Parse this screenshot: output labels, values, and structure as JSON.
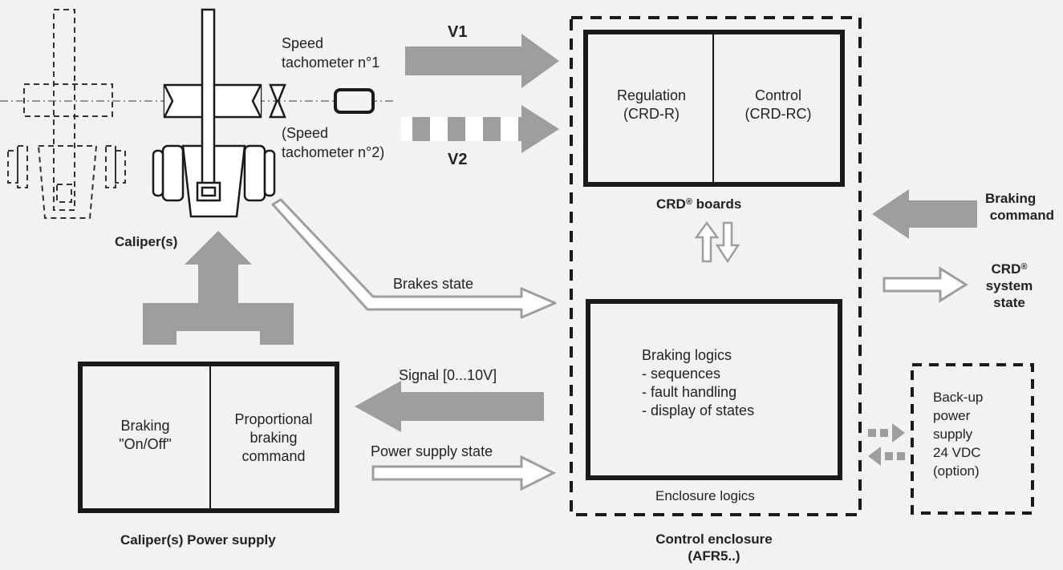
{
  "colors": {
    "background": "#f2f2f2",
    "arrow_gray": "#9e9e9e",
    "line_black": "#1a1a1a",
    "box_fill": "#f2f2f2"
  },
  "caliper": {
    "label": "Caliper(s)"
  },
  "speed": {
    "tacho1_line1": "Speed",
    "tacho1_line2": "tachometer n°1",
    "tacho2_line1": "(Speed",
    "tacho2_line2": "tachometer n°2)",
    "v1": "V1",
    "v2": "V2"
  },
  "crd_boards": {
    "regulation": "Regulation\n(CRD-R)",
    "control": "Control\n(CRD-RC)",
    "label_prefix": "CRD",
    "label_mark": "®",
    "label_suffix": " boards"
  },
  "braking_command": {
    "line1": "Braking",
    "line2": "command"
  },
  "system_state": {
    "line1_prefix": "CRD",
    "line1_mark": "®",
    "line2": "system",
    "line3": "state"
  },
  "brakes_state": "Brakes state",
  "signal": "Signal [0...10V]",
  "power_supply_state": "Power supply state",
  "logics": {
    "title": "Braking logics",
    "items": [
      "- sequences",
      "- fault handling",
      "- display of states"
    ]
  },
  "enclosure_logics": "Enclosure logics",
  "backup": {
    "text": "Back-up\npower\nsupply\n24 VDC\n(option)"
  },
  "power_supply": {
    "left": "Braking\n\"On/Off\"",
    "right": "Proportional\nbraking\ncommand",
    "label": "Caliper(s) Power supply"
  },
  "control_enclosure": {
    "line1": "Control enclosure",
    "line2": "(AFR5..)"
  }
}
